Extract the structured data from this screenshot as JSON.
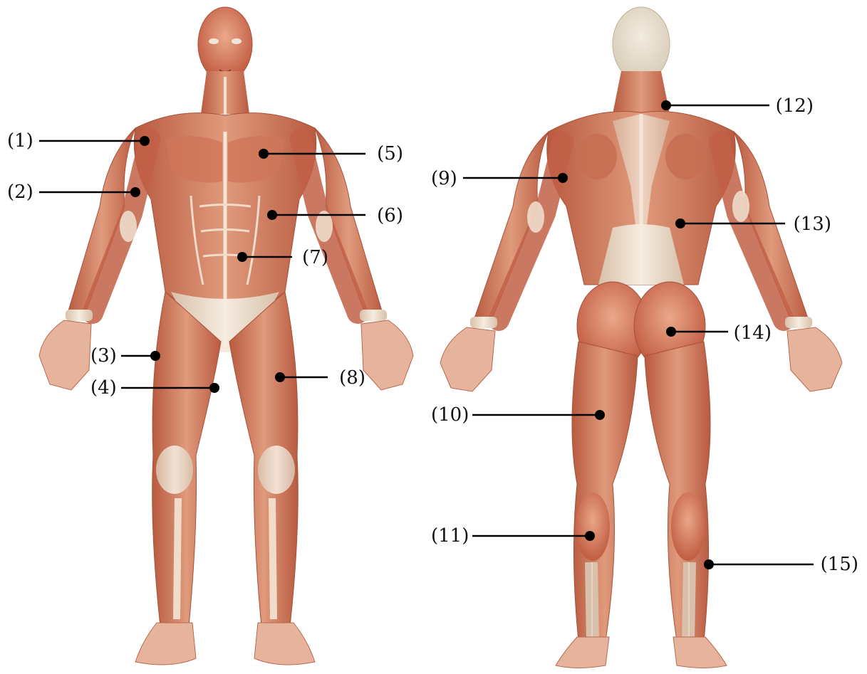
{
  "diagram": {
    "figures": [
      {
        "view": "front",
        "skin_color": "#d98a6c",
        "muscle_color": "#c8644a",
        "tendon_color": "#efe2d4"
      },
      {
        "view": "back",
        "skin_color": "#d98a6c",
        "muscle_color": "#c8644a",
        "tendon_color": "#efe2d4"
      }
    ],
    "labels": [
      {
        "id": "1",
        "text": "(1)"
      },
      {
        "id": "2",
        "text": "(2)"
      },
      {
        "id": "3",
        "text": "(3)"
      },
      {
        "id": "4",
        "text": "(4)"
      },
      {
        "id": "5",
        "text": "(5)"
      },
      {
        "id": "6",
        "text": "(6)"
      },
      {
        "id": "7",
        "text": "(7)"
      },
      {
        "id": "8",
        "text": "(8)"
      },
      {
        "id": "9",
        "text": "(9)"
      },
      {
        "id": "10",
        "text": "(10)"
      },
      {
        "id": "11",
        "text": "(11)"
      },
      {
        "id": "12",
        "text": "(12)"
      },
      {
        "id": "13",
        "text": "(13)"
      },
      {
        "id": "14",
        "text": "(14)"
      },
      {
        "id": "15",
        "text": "(15)"
      }
    ],
    "leader_color": "#000000",
    "text_color": "#111111"
  }
}
